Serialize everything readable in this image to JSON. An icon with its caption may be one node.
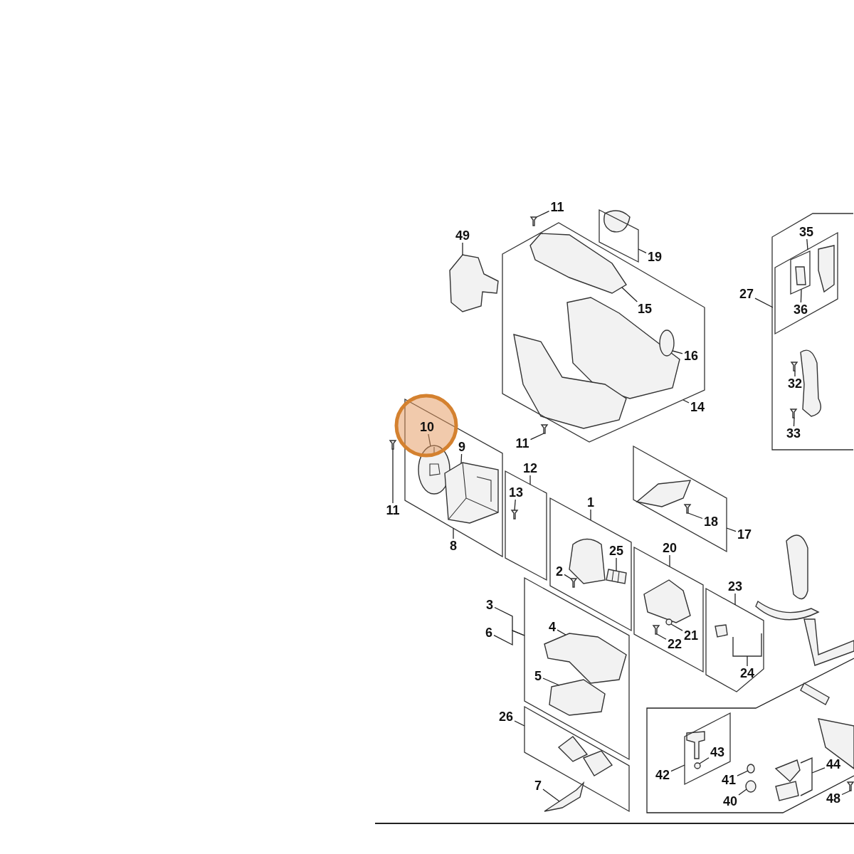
{
  "diagram": {
    "nodes": [
      {
        "text": [
          "11"
        ]
      },
      {
        "text": [],
        "shape": "picture"
      },
      {
        "text": [],
        "shape": "box"
      },
      {
        "text": [
          "35"
        ],
        "in": 2
      },
      {
        "text": [],
        "shape": "box",
        "in": 2
      },
      {
        "text": [
          "49"
        ]
      },
      {
        "text": [],
        "shape": "picture"
      },
      {
        "text": [],
        "shape": "box"
      },
      {
        "text": [
          "19"
        ]
      },
      {
        "text": [],
        "shape": "box"
      },
      {
        "text": [
          "15"
        ],
        "in": 9
      },
      {
        "text": [],
        "shape": "picture",
        "in": 9
      },
      {
        "text": [],
        "shape": "box",
        "in": 4
      },
      {
        "text": [
          "36"
        ],
        "in": 4
      },
      {
        "text": [
          "27"
        ]
      },
      {
        "text": [
          "16"
        ],
        "in": 9
      },
      {
        "text": [],
        "shape": "circle",
        "in": 9
      },
      {
        "text": [
          "32"
        ],
        "in": 2
      },
      {
        "text": [],
        "shape": "picture",
        "in": 2
      },
      {
        "text": [
          "14"
        ]
      },
      {
        "text": [],
        "shape": "box"
      },
      {
        "text": [
          "10"
        ],
        "in": 20
      },
      {
        "text": [],
        "shape": "picture",
        "in": 20
      },
      {
        "text": [
          "33"
        ],
        "in": 2
      },
      {
        "text": [],
        "shape": "picture",
        "in": 2
      },
      {
        "text": [
          "11"
        ]
      },
      {
        "text": [],
        "shape": "picture"
      },
      {
        "text": [
          "9"
        ],
        "in": 20
      },
      {
        "text": [],
        "shape": "picture",
        "in": 20
      },
      {
        "text": [
          "11"
        ]
      },
      {
        "text": [],
        "shape": "picture"
      },
      {
        "text": [],
        "shape": "box"
      },
      {
        "text": [
          "12"
        ]
      },
      {
        "text": [
          "13"
        ],
        "in": 31
      },
      {
        "text": [],
        "shape": "picture",
        "in": 31
      },
      {
        "text": [],
        "shape": "box"
      },
      {
        "text": [
          "1"
        ]
      },
      {
        "text": [],
        "shape": "box"
      },
      {
        "text": [
          "18"
        ],
        "in": 37
      },
      {
        "text": [],
        "shape": "picture",
        "in": 37
      },
      {
        "text": [
          "17"
        ]
      },
      {
        "text": [
          "8"
        ]
      },
      {
        "text": [],
        "shape": "box"
      },
      {
        "text": [
          "20"
        ]
      },
      {
        "text": [
          "25"
        ],
        "in": 35
      },
      {
        "text": [],
        "shape": "picture",
        "in": 35
      },
      {
        "text": [
          "2"
        ],
        "in": 35
      },
      {
        "text": [],
        "shape": "picture",
        "in": 35
      },
      {
        "text": [],
        "shape": "box"
      },
      {
        "text": [
          "23"
        ]
      },
      {
        "text": [],
        "shape": "box"
      },
      {
        "text": [
          "3"
        ]
      },
      {
        "text": [
          "4"
        ],
        "in": 50
      },
      {
        "text": [],
        "shape": "picture",
        "in": 50
      },
      {
        "text": [
          "6"
        ]
      },
      {
        "text": [
          "21"
        ],
        "in": 42
      },
      {
        "text": [],
        "shape": "circle",
        "in": 42
      },
      {
        "text": [
          "22"
        ],
        "in": 42
      },
      {
        "text": [],
        "shape": "picture",
        "in": 42
      },
      {
        "text": [
          "24"
        ],
        "in": 48
      },
      {
        "text": [],
        "shape": "picture",
        "in": 48
      },
      {
        "text": [
          "5"
        ],
        "in": 50
      },
      {
        "text": [],
        "shape": "picture",
        "in": 50
      },
      {
        "text": [],
        "shape": "box"
      },
      {
        "text": [
          "26"
        ]
      },
      {
        "text": [],
        "shape": "box"
      },
      {
        "text": [
          "43"
        ],
        "in": 65
      },
      {
        "text": [],
        "shape": "circle",
        "in": 65
      },
      {
        "text": [
          "44"
        ]
      },
      {
        "text": [],
        "shape": "bar"
      },
      {
        "text": [
          "42"
        ]
      },
      {
        "text": [
          "41"
        ]
      },
      {
        "text": [],
        "shape": "circle"
      },
      {
        "text": [
          "7"
        ]
      },
      {
        "text": [],
        "shape": "picture"
      },
      {
        "text": [
          "48"
        ]
      },
      {
        "text": [],
        "shape": "picture"
      },
      {
        "text": [
          "40"
        ]
      },
      {
        "text": [],
        "shape": "circle"
      }
    ],
    "edges": [
      {
        "from": 0,
        "to": 1,
        "arrow": "none"
      },
      {
        "from": 3,
        "to": 4,
        "arrow": "none"
      },
      {
        "from": 5,
        "to": 6,
        "arrow": "none"
      },
      {
        "from": 8,
        "to": 7,
        "arrow": "none"
      },
      {
        "from": 14,
        "to": 2,
        "arrow": "none"
      },
      {
        "from": 10,
        "to": 11,
        "arrow": "none"
      },
      {
        "from": 13,
        "to": 12,
        "arrow": "none"
      },
      {
        "from": 15,
        "to": 16,
        "arrow": "none"
      },
      {
        "from": 17,
        "to": 18,
        "arrow": "none"
      },
      {
        "from": 19,
        "to": 9,
        "arrow": "none"
      },
      {
        "from": 21,
        "to": 22,
        "arrow": "none"
      },
      {
        "from": 23,
        "to": 24,
        "arrow": "none"
      },
      {
        "from": 25,
        "to": 26,
        "arrow": "none"
      },
      {
        "from": 27,
        "to": 28,
        "arrow": "none"
      },
      {
        "from": 32,
        "to": 31,
        "arrow": "none"
      },
      {
        "from": 33,
        "to": 34,
        "arrow": "none"
      },
      {
        "from": 36,
        "to": 35,
        "arrow": "none"
      },
      {
        "from": 29,
        "to": 30,
        "arrow": "none"
      },
      {
        "from": 38,
        "to": 39,
        "arrow": "none"
      },
      {
        "from": 40,
        "to": 37,
        "arrow": "none"
      },
      {
        "from": 41,
        "to": 20,
        "arrow": "none"
      },
      {
        "from": 43,
        "to": 42,
        "arrow": "none"
      },
      {
        "from": 44,
        "to": 45,
        "arrow": "none"
      },
      {
        "from": 46,
        "to": 47,
        "arrow": "none"
      },
      {
        "from": 49,
        "to": 48,
        "arrow": "none"
      },
      {
        "from": 51,
        "to": 50,
        "arrow": "none"
      },
      {
        "from": 52,
        "to": 53,
        "arrow": "none"
      },
      {
        "from": 54,
        "to": 50,
        "arrow": "none"
      },
      {
        "from": 55,
        "to": 56,
        "arrow": "none"
      },
      {
        "from": 57,
        "to": 58,
        "arrow": "none"
      },
      {
        "from": 59,
        "to": 60,
        "arrow": "none"
      },
      {
        "from": 61,
        "to": 62,
        "arrow": "none"
      },
      {
        "from": 64,
        "to": 63,
        "arrow": "none"
      },
      {
        "from": 66,
        "to": 67,
        "arrow": "none"
      },
      {
        "from": 68,
        "to": 69,
        "arrow": "none"
      },
      {
        "from": 70,
        "to": 65,
        "arrow": "none"
      },
      {
        "from": 71,
        "to": 72,
        "arrow": "none"
      },
      {
        "from": 73,
        "to": 74,
        "arrow": "none"
      },
      {
        "from": 75,
        "to": 76,
        "arrow": "none"
      },
      {
        "from": 77,
        "to": 78,
        "arrow": "none"
      }
    ]
  }
}
